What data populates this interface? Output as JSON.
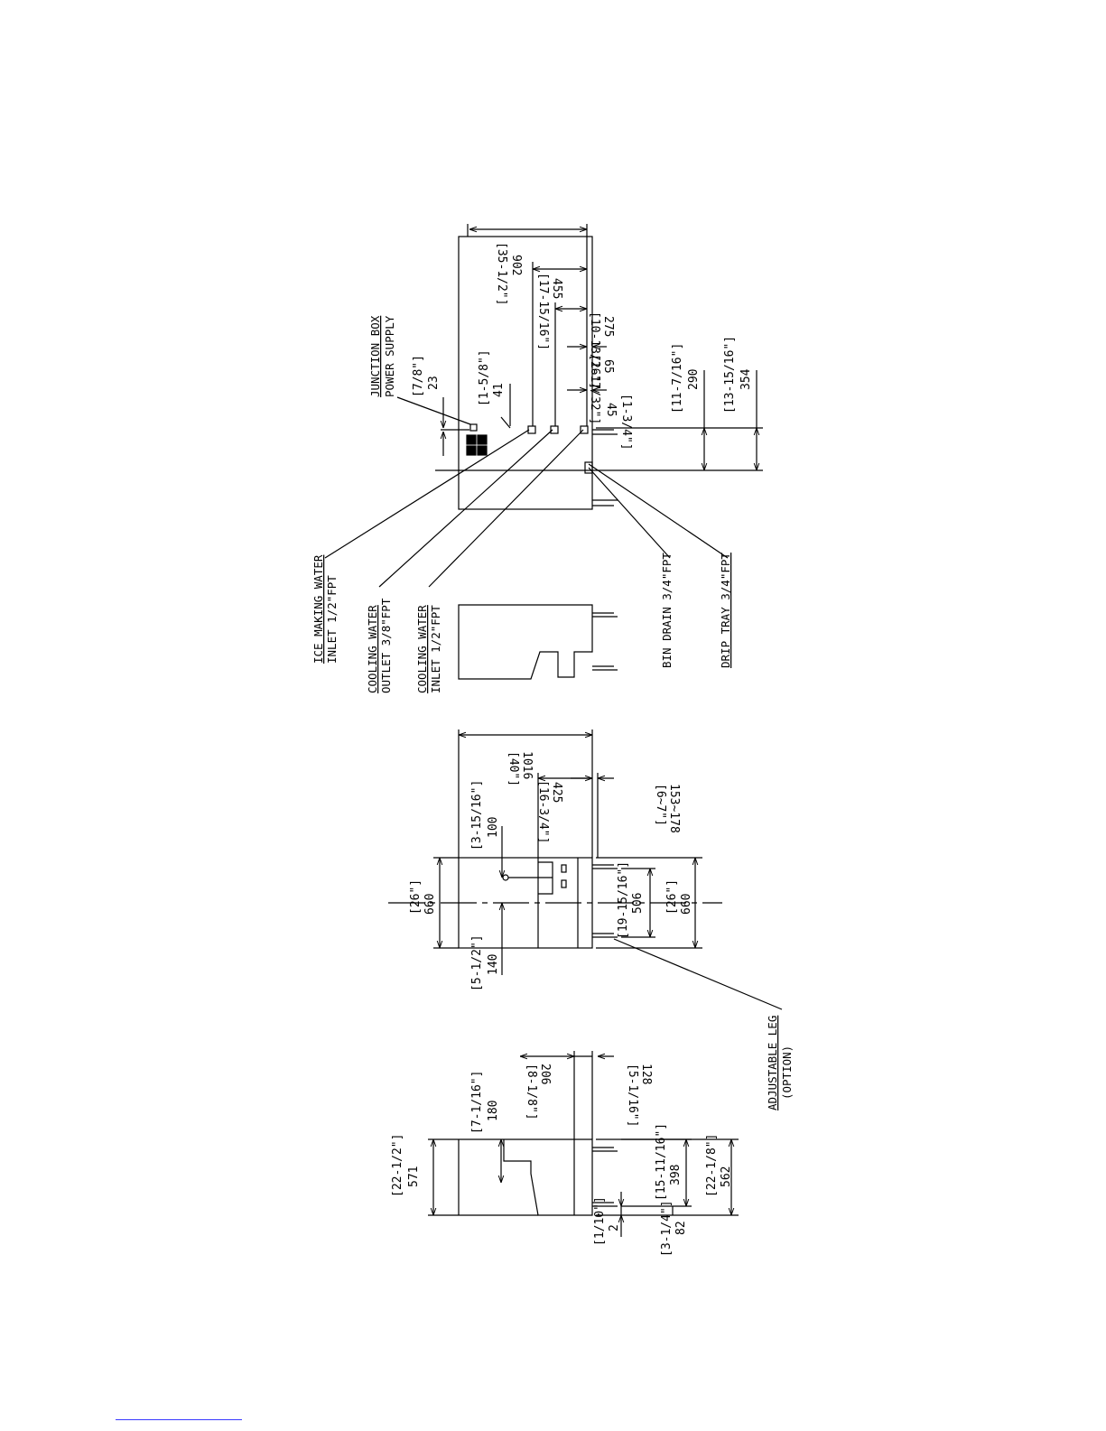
{
  "colors": {
    "line": "#000000",
    "background": "#ffffff",
    "link_rule": "#3a3aff"
  },
  "dims": {
    "junction_in": "[7/8\"]",
    "junction_mm": "23",
    "d41_in": "[1-5/8\"]",
    "d41_mm": "41",
    "d902_in": "[35-1/2\"]",
    "d902_mm": "902",
    "d455_in": "[17-15/16\"]",
    "d455_mm": "455",
    "d275_in": "[10-13/16\"]",
    "d275_mm": "275",
    "d65_in": "[2-17/32\"]",
    "d65_mm": "65",
    "d45_in": "[1-3/4\"]",
    "d45_mm": "45",
    "d290_in": "[11-7/16\"]",
    "d290_mm": "290",
    "d354_in": "[13-15/16\"]",
    "d354_mm": "354",
    "d1016_in": "[40\"]",
    "d1016_mm": "1016",
    "d425_in": "[16-3/4\"]",
    "d425_mm": "425",
    "d153_in": "[6~7\"]",
    "d153_mm": "153~178",
    "d100_in": "[3-15/16\"]",
    "d100_mm": "100",
    "d660a_in": "[26\"]",
    "d660a_mm": "660",
    "d660b_in": "[26\"]",
    "d660b_mm": "660",
    "d506_in": "[19-15/16\"]",
    "d506_mm": "506",
    "d140_in": "[5-1/2\"]",
    "d140_mm": "140",
    "d206_in": "[8-1/8\"]",
    "d206_mm": "206",
    "d128_in": "[5-1/16\"]",
    "d128_mm": "128",
    "d180_in": "[7-1/16\"]",
    "d180_mm": "180",
    "d571_in": "[22-1/2\"]",
    "d571_mm": "571",
    "d562_in": "[22-1/8\"]",
    "d562_mm": "562",
    "d398_in": "[15-11/16\"]",
    "d398_mm": "398",
    "d2_in": "[1/10\"]",
    "d2_mm": "2",
    "d82_in": "[3-1/4\"]",
    "d82_mm": "82"
  },
  "labels": {
    "junction_box": "JUNCTION BOX",
    "power_supply": "POWER SUPPLY",
    "ice_water": "ICE MAKING WATER",
    "ice_water_inlet": "INLET 1/2\"FPT",
    "cooling_outlet_a": "COOLING WATER",
    "cooling_outlet_b": "OUTLET 3/8\"FPT",
    "cooling_inlet_a": "COOLING WATER",
    "cooling_inlet_b": "INLET 1/2\"FPT",
    "bin_drain": "BIN DRAIN 3/4\"FPT",
    "drip_tray": "DRIP TRAY 3/4\"FPT",
    "adj_leg": "ADJUSTABLE LEG",
    "adj_leg_opt": "(OPTION)"
  }
}
